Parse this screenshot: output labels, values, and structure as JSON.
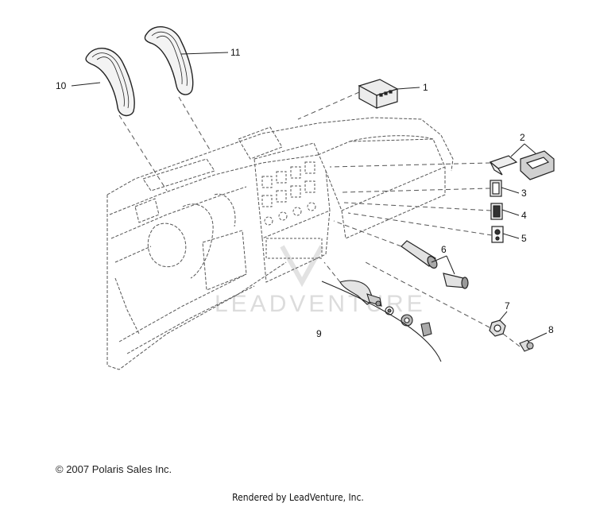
{
  "callouts": {
    "c1": "1",
    "c2": "2",
    "c3": "3",
    "c4": "4",
    "c5": "5",
    "c6": "6",
    "c7": "7",
    "c8": "8",
    "c9": "9",
    "c10": "10",
    "c11": "11"
  },
  "watermark": "LEADVENTURE",
  "footer": {
    "copyright": "© 2007 Polaris Sales Inc.",
    "rendered_by": "Rendered by LeadVenture, Inc."
  }
}
